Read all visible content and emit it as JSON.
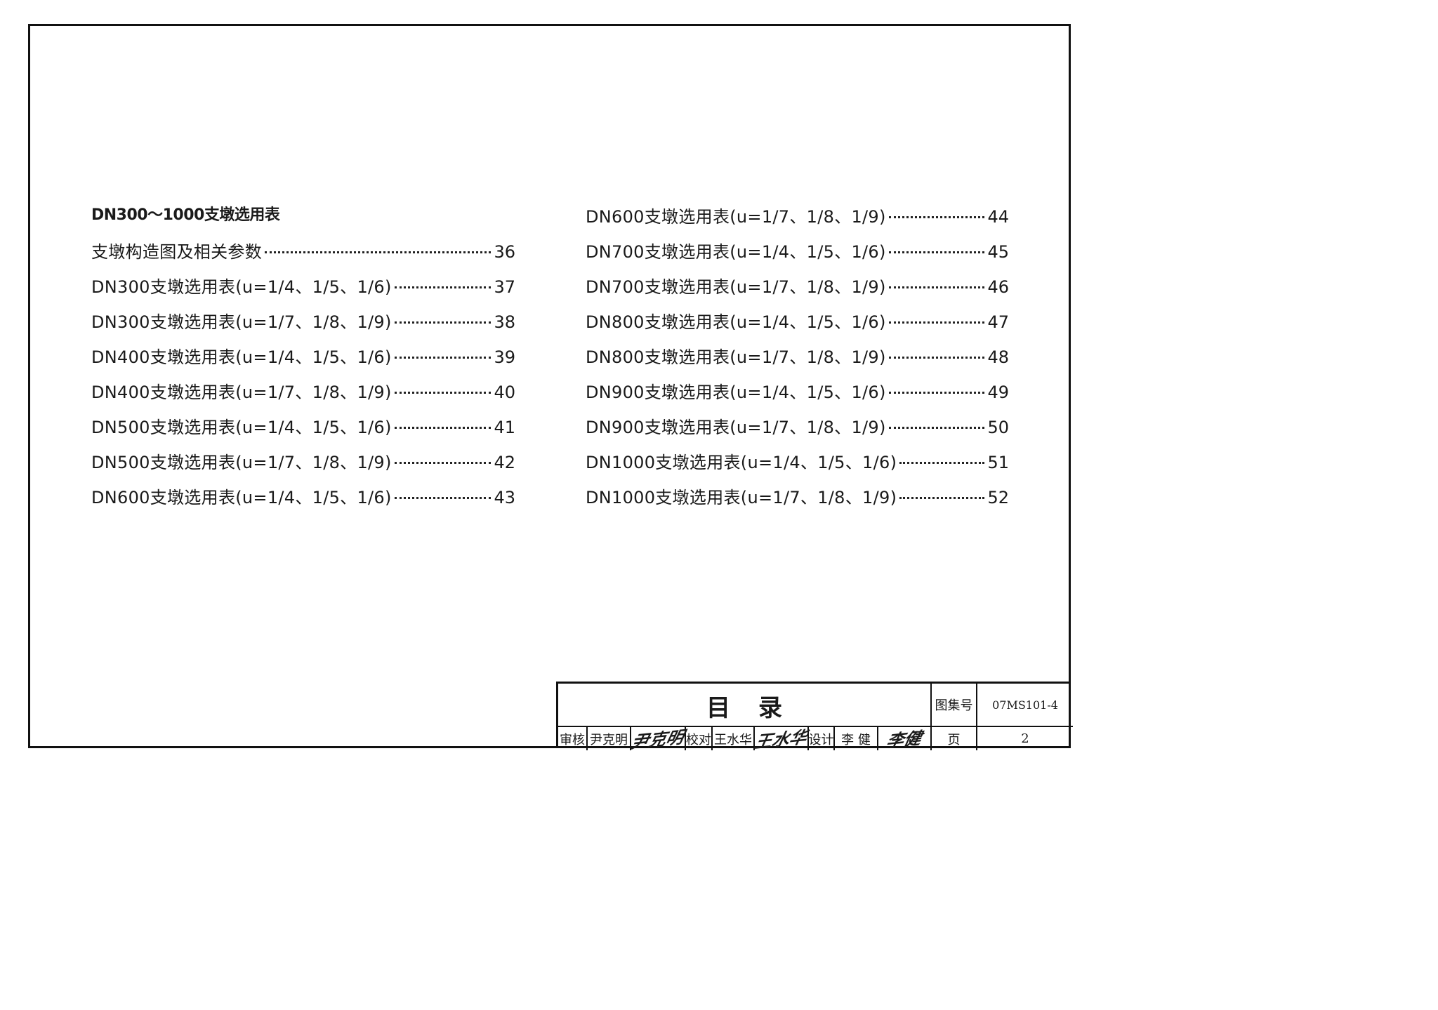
{
  "toc": {
    "heading": "DN300～1000支墩选用表",
    "left_items": [
      {
        "title": "支墩构造图及相关参数",
        "page": "36"
      },
      {
        "title": "DN300支墩选用表(u=1/4、1/5、1/6)",
        "page": "37"
      },
      {
        "title": "DN300支墩选用表(u=1/7、1/8、1/9)",
        "page": "38"
      },
      {
        "title": "DN400支墩选用表(u=1/4、1/5、1/6)",
        "page": "39"
      },
      {
        "title": "DN400支墩选用表(u=1/7、1/8、1/9)",
        "page": "40"
      },
      {
        "title": "DN500支墩选用表(u=1/4、1/5、1/6)",
        "page": "41"
      },
      {
        "title": "DN500支墩选用表(u=1/7、1/8、1/9)",
        "page": "42"
      },
      {
        "title": "DN600支墩选用表(u=1/4、1/5、1/6)",
        "page": "43"
      }
    ],
    "right_items": [
      {
        "title": "DN600支墩选用表(u=1/7、1/8、1/9)",
        "page": "44"
      },
      {
        "title": "DN700支墩选用表(u=1/4、1/5、1/6)",
        "page": "45"
      },
      {
        "title": "DN700支墩选用表(u=1/7、1/8、1/9)",
        "page": "46"
      },
      {
        "title": "DN800支墩选用表(u=1/4、1/5、1/6)",
        "page": "47"
      },
      {
        "title": "DN800支墩选用表(u=1/7、1/8、1/9)",
        "page": "48"
      },
      {
        "title": "DN900支墩选用表(u=1/4、1/5、1/6)",
        "page": "49"
      },
      {
        "title": "DN900支墩选用表(u=1/7、1/8、1/9)",
        "page": "50"
      },
      {
        "title": "DN1000支墩选用表(u=1/4、1/5、1/6)",
        "page": "51"
      },
      {
        "title": "DN1000支墩选用表(u=1/7、1/8、1/9)",
        "page": "52"
      }
    ]
  },
  "title_block": {
    "drawing_title": "目录",
    "atlas_label": "图集号",
    "atlas_number": "07MS101-4",
    "page_label": "页",
    "page_number": "2",
    "review_label": "审核",
    "reviewer_name": "尹克明",
    "reviewer_signature": "尹克明",
    "check_label": "校对",
    "checker_name": "王水华",
    "checker_signature": "王水华",
    "design_label": "设计",
    "designer_name": "李 健",
    "designer_signature": "李健"
  }
}
